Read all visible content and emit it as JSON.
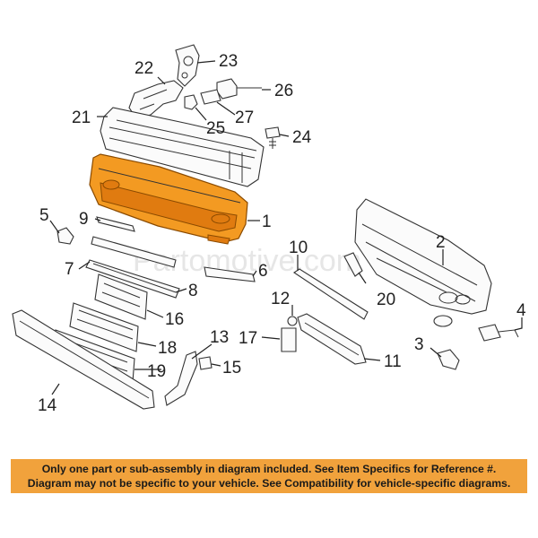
{
  "watermark": "Partomotive.com",
  "notice": {
    "line1": "Only one part or sub-assembly in diagram included. See Item Specifics for Reference #.",
    "line2": "Diagram may not be specific to your vehicle. See Compatibility for vehicle-specific diagrams."
  },
  "callouts": {
    "c1": "1",
    "c2": "2",
    "c3": "3",
    "c4": "4",
    "c5": "5",
    "c6": "6",
    "c7": "7",
    "c8": "8",
    "c9": "9",
    "c10": "10",
    "c11": "11",
    "c12": "12",
    "c13": "13",
    "c14": "14",
    "c15": "15",
    "c16": "16",
    "c17": "17",
    "c18": "18",
    "c19": "19",
    "c20": "20",
    "c21": "21",
    "c22": "22",
    "c23": "23",
    "c24": "24",
    "c25": "25",
    "c26": "26",
    "c27": "27"
  },
  "highlight_color": "#f39a22",
  "notice_color": "#f1a23c"
}
